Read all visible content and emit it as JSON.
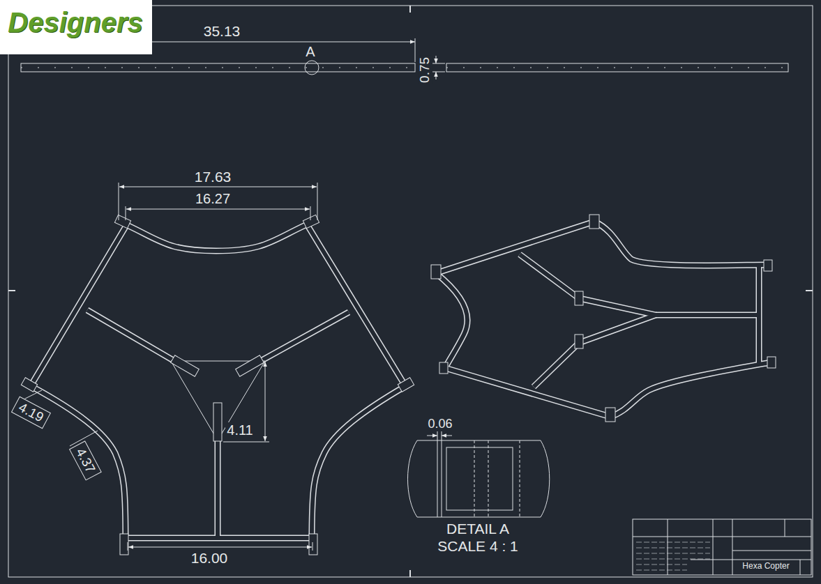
{
  "diagram": {
    "nodes": [
      {
        "text": [
          "4.19"
        ]
      },
      {
        "text": [
          "4.37"
        ]
      }
    ],
    "labels": [
      "Designers",
      "35.13",
      "A",
      "0.75",
      "17.63",
      "16.27",
      "4.11",
      "16.00",
      "0.06",
      "DETAIL A",
      "SCALE 4 : 1",
      "Hexa Copter"
    ]
  }
}
